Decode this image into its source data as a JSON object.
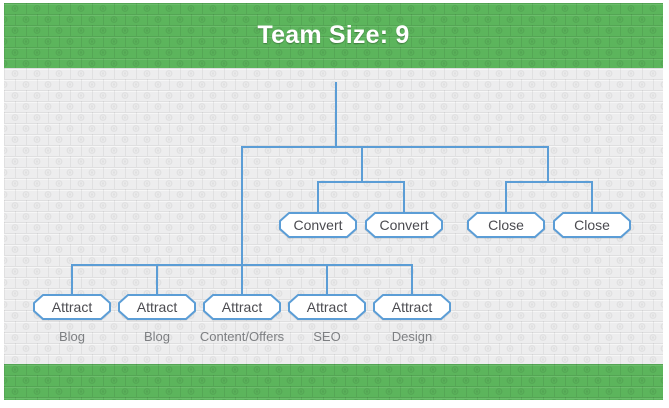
{
  "title": "Team Size: 9",
  "colors": {
    "band_green": "#5cb55c",
    "connector_blue": "#5b9dd6",
    "node_border": "#5b9dd6",
    "node_fill": "#ffffff",
    "node_text": "#4b4b50",
    "sublabel_text": "#7d7f82",
    "canvas_gray": "#ededee",
    "title_text": "#ffffff"
  },
  "nodes": {
    "convert1": {
      "label": "Convert"
    },
    "convert2": {
      "label": "Convert"
    },
    "close1": {
      "label": "Close"
    },
    "close2": {
      "label": "Close"
    },
    "attract1": {
      "label": "Attract",
      "sublabel": "Blog"
    },
    "attract2": {
      "label": "Attract",
      "sublabel": "Blog"
    },
    "attract3": {
      "label": "Attract",
      "sublabel": "Content/Offers"
    },
    "attract4": {
      "label": "Attract",
      "sublabel": "SEO"
    },
    "attract5": {
      "label": "Attract",
      "sublabel": "Design"
    }
  },
  "hierarchy": {
    "root": "team",
    "branches": [
      {
        "group": "attract",
        "children": [
          "attract1",
          "attract2",
          "attract3",
          "attract4",
          "attract5"
        ]
      },
      {
        "group": "convert",
        "children": [
          "convert1",
          "convert2"
        ]
      },
      {
        "group": "close",
        "children": [
          "close1",
          "close2"
        ]
      }
    ]
  }
}
